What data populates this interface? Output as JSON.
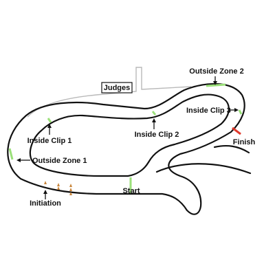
{
  "labels": {
    "judges": "Judges",
    "outside_zone_2": "Outside Zone 2",
    "inside_clip_3": "Inside Clip 3",
    "inside_clip_2": "Inside Clip 2",
    "inside_clip_1": "Inside Clip 1",
    "outside_zone_1": "Outside Zone 1",
    "finish": "Finish",
    "start": "Start",
    "initiation": "Initiation"
  },
  "colors": {
    "track": "#111111",
    "spectator_line": "#b9b9b9",
    "clip_marker": "#9be07a",
    "finish_line": "#e0392b",
    "cone": "#c8843a"
  }
}
